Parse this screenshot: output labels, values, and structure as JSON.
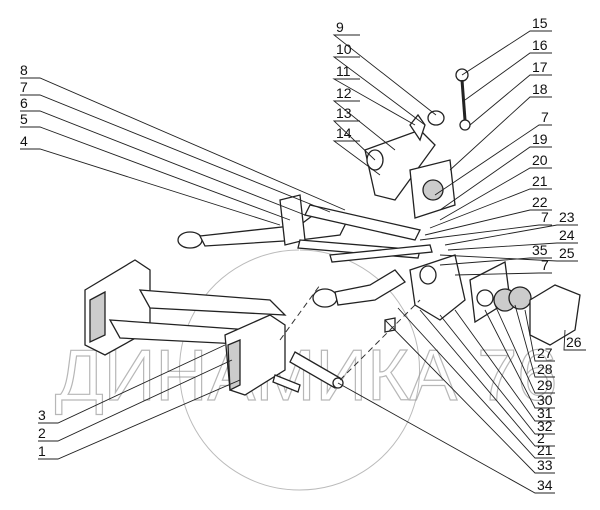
{
  "diagram": {
    "watermark": "ДИНАМИКА 76",
    "part_labels": [
      "15",
      "16",
      "17",
      "18",
      "7",
      "19",
      "20",
      "21",
      "22",
      "7",
      "23",
      "24",
      "25",
      "35",
      "7",
      "26",
      "27",
      "28",
      "29",
      "30",
      "31",
      "32",
      "2",
      "21",
      "33",
      "34",
      "9",
      "10",
      "11",
      "12",
      "13",
      "14",
      "8",
      "7",
      "6",
      "5",
      "4",
      "3",
      "2",
      "1"
    ]
  }
}
